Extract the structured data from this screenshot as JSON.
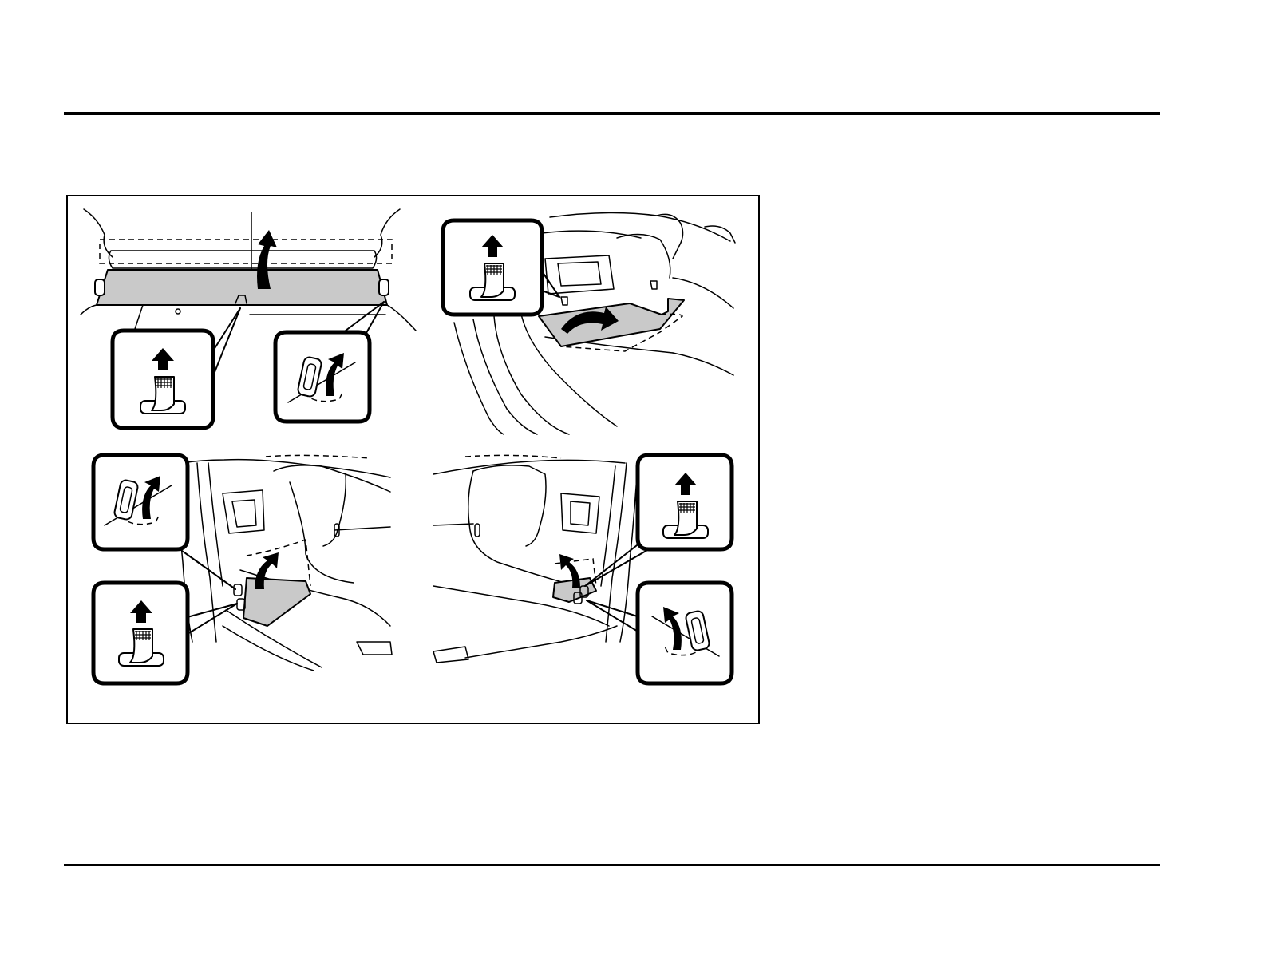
{
  "page": {
    "figure": {
      "border_color": "#000000",
      "panel_fill": "#c9c9c9",
      "scenes": [
        {
          "id": "rear-seatback-panel",
          "callouts": [
            "clip-icon",
            "hook-icon"
          ]
        },
        {
          "id": "side-trim-panel",
          "callouts": [
            "clip-icon"
          ]
        },
        {
          "id": "left-cargo-side",
          "callouts": [
            "hook-icon",
            "clip-icon"
          ]
        },
        {
          "id": "right-cargo-side",
          "callouts": [
            "clip-icon",
            "hook-icon"
          ]
        }
      ]
    },
    "rules": {
      "color": "#000000"
    }
  }
}
